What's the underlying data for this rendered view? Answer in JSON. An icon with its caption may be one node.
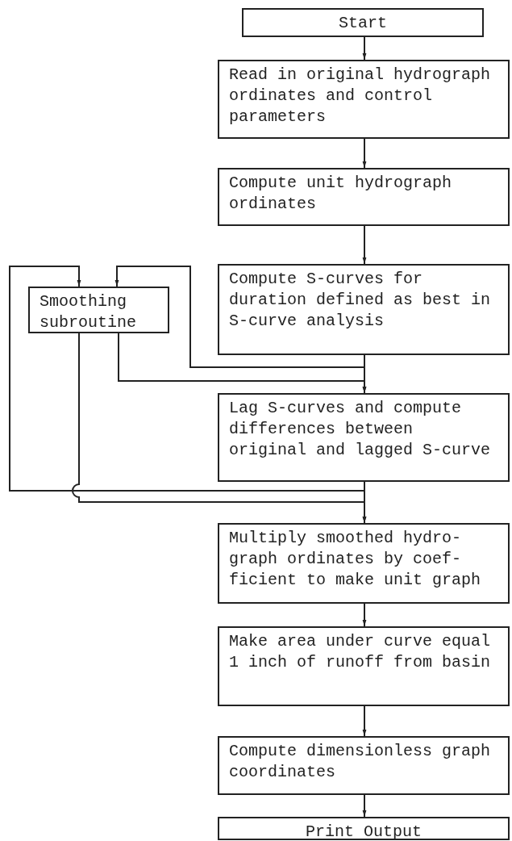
{
  "diagram": {
    "nodes": [
      {
        "text": [
          "Start"
        ]
      },
      {
        "text": [
          "Read in original hydrograph ordinates and control parameters"
        ]
      },
      {
        "text": [
          "Compute unit hydrograph ordinates"
        ]
      },
      {
        "text": [
          "Compute S-curves for duration defined as best in S-curve analysis"
        ]
      },
      {
        "text": [
          "Smoothing subroutine"
        ]
      },
      {
        "text": [
          "Lag S-curves and compute differences between original and lagged S-curve"
        ]
      },
      {
        "text": [
          "Multiply smoothed hydro- graph ordinates by coef- ficient to make unit graph"
        ]
      },
      {
        "text": [
          "Make area under curve equal 1 inch of runoff from basin"
        ]
      },
      {
        "text": [
          "Compute dimensionless graph coordinates"
        ]
      },
      {
        "text": [
          "Print Output"
        ]
      }
    ],
    "edges": [
      {
        "from": 0,
        "to": 1,
        "arrow": "to"
      },
      {
        "from": 1,
        "to": 2,
        "arrow": "to"
      },
      {
        "from": 2,
        "to": 3,
        "arrow": "to"
      },
      {
        "from": 3,
        "to": 5,
        "arrow": "to"
      },
      {
        "from": 3,
        "to": 4,
        "arrow": "to"
      },
      {
        "from": 4,
        "to": 5,
        "arrow": "to"
      },
      {
        "from": 5,
        "to": 6,
        "arrow": "to"
      },
      {
        "from": 5,
        "to": 4,
        "arrow": "to"
      },
      {
        "from": 4,
        "to": 6,
        "arrow": "to"
      },
      {
        "from": 6,
        "to": 7,
        "arrow": "to"
      },
      {
        "from": 7,
        "to": 8,
        "arrow": "to"
      },
      {
        "from": 8,
        "to": 9,
        "arrow": "to"
      }
    ]
  }
}
